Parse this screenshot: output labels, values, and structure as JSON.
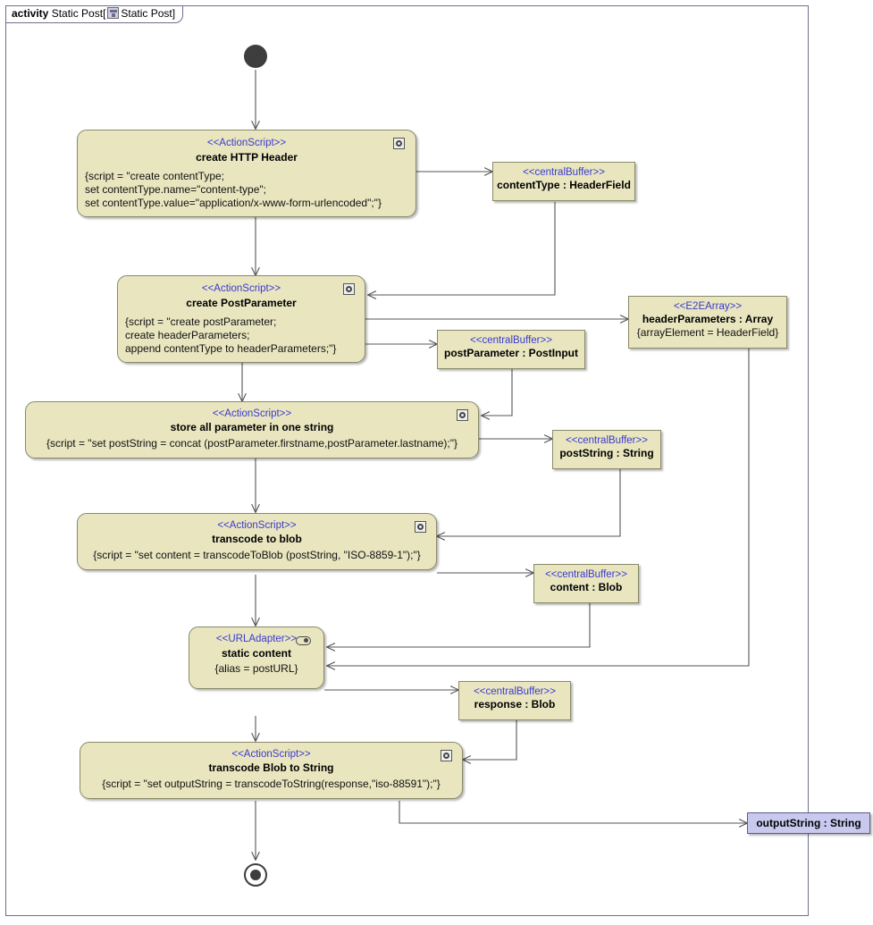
{
  "frame": {
    "keyword": "activity",
    "name": "Static Post",
    "bracket_open": "[",
    "icon": "activity-diagram-icon",
    "inner_name": "Static Post",
    "bracket_close": "]"
  },
  "colors": {
    "node_fill": "#e8e5bf",
    "node_border": "#8a8a6a",
    "pin_fill": "#c9c9f0",
    "pin_border": "#5c5c8a",
    "stereotype_text": "#3a3ad0",
    "edge": "#555555",
    "control_node": "#3d3d3d",
    "frame_border": "#6f6f8f"
  },
  "control_nodes": {
    "initial": "initial-node",
    "final": "activity-final-node"
  },
  "nodes": [
    {
      "id": "create-http-header",
      "kind": "action",
      "stereotype": "<<ActionScript>>",
      "name": "create HTTP Header",
      "badge": "script-badge-icon",
      "script": "{script = \"create contentType;\nset contentType.name=\"content-type\";\nset contentType.value=\"application/x-www-form-urlencoded\";\"}"
    },
    {
      "id": "content-type-buffer",
      "kind": "buffer",
      "stereotype": "<<centralBuffer>>",
      "name": "contentType : HeaderField"
    },
    {
      "id": "create-postparameter",
      "kind": "action",
      "stereotype": "<<ActionScript>>",
      "name": "create PostParameter",
      "badge": "script-badge-icon",
      "script": "{script = \"create postParameter;\ncreate headerParameters;\nappend contentType to headerParameters;\"}"
    },
    {
      "id": "postparameter-buffer",
      "kind": "buffer",
      "stereotype": "<<centralBuffer>>",
      "name": "postParameter : PostInput"
    },
    {
      "id": "headerparameters-array",
      "kind": "buffer",
      "stereotype": "<<E2EArray>>",
      "name": "headerParameters : Array",
      "tag": "{arrayElement = HeaderField}"
    },
    {
      "id": "store-all-parameter",
      "kind": "action",
      "stereotype": "<<ActionScript>>",
      "name": "store all parameter in one string",
      "badge": "script-badge-icon",
      "script": "{script = \"set postString = concat (postParameter.firstname,postParameter.lastname);\"}"
    },
    {
      "id": "poststring-buffer",
      "kind": "buffer",
      "stereotype": "<<centralBuffer>>",
      "name": "postString : String"
    },
    {
      "id": "transcode-to-blob",
      "kind": "action",
      "stereotype": "<<ActionScript>>",
      "name": "transcode to blob",
      "badge": "script-badge-icon",
      "script": "{script = \"set content = transcodeToBlob (postString, \"ISO-8859-1\");\"}"
    },
    {
      "id": "content-buffer",
      "kind": "buffer",
      "stereotype": "<<centralBuffer>>",
      "name": "content : Blob"
    },
    {
      "id": "static-content",
      "kind": "adapter",
      "stereotype": "<<URLAdapter>>",
      "name": "static content",
      "badge": "url-adapter-badge-icon",
      "tag": "{alias = postURL}"
    },
    {
      "id": "response-buffer",
      "kind": "buffer",
      "stereotype": "<<centralBuffer>>",
      "name": "response : Blob"
    },
    {
      "id": "transcode-blob-to-string",
      "kind": "action",
      "stereotype": "<<ActionScript>>",
      "name": "transcode Blob to String",
      "badge": "script-badge-icon",
      "script": "{script = \"set outputString = transcodeToString(response,\"iso-88591\");\"}"
    },
    {
      "id": "outputstring-pin",
      "kind": "pin",
      "name": "outputString : String"
    }
  ]
}
